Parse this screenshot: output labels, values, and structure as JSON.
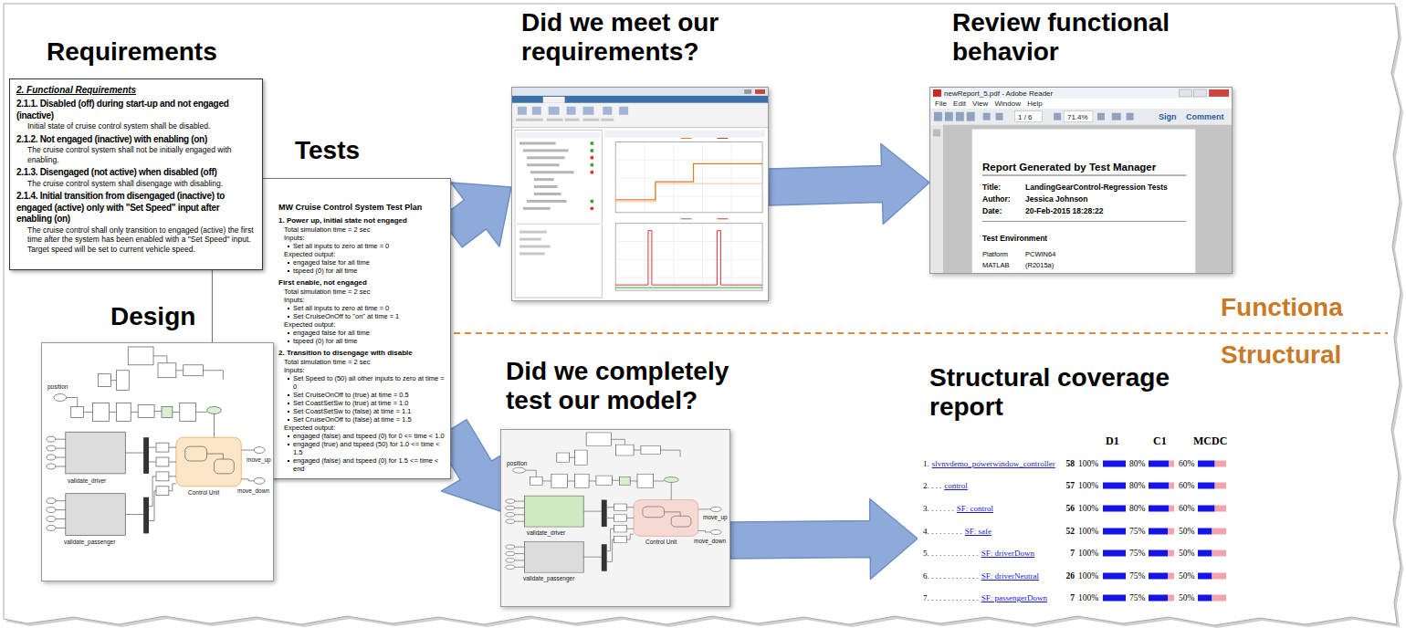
{
  "diagram": {
    "nodes": [
      {
        "text": [
          "Requirements",
          "2. Functional Requirements",
          "2.1.1. Disabled (off) during start-up and not engaged (inactive)",
          "Initial state of cruise control system shall be disabled.",
          "2.1.2. Not engaged (inactive) with enabling (on)",
          "The cruise control system shall not be initially engaged with enabling.",
          "2.1.3. Disengaged (not active) when disabled (off)",
          "The cruise control system shall disengage with disabling.",
          "2.1.4. Initial transition from disengaged (inactive) to engaged (active) only with \"Set Speed\" input after enabling (on)",
          "The cruise control shall only transition to engaged (active) the first time after the system has been enabled with a \"Set Speed\" input. Target speed will be set to current vehicle speed."
        ]
      },
      {
        "text": [
          "Tests",
          "MW Cruise Control System Test Plan",
          "1. Power up, initial state not engaged",
          "Total simulation time = 2 sec",
          "Inputs:",
          "Set all inputs to zero at time = 0",
          "Expected output:",
          "engaged false for all time",
          "tspeed (0) for all time",
          "First enable, not engaged",
          "Total simulation time = 2 sec",
          "Inputs:",
          "Set all inputs to zero at time = 0",
          "Set CruiseOnOff to \"on\" at time = 1",
          "Expected output:",
          "engaged false for all time",
          "tspeed (0) for all time",
          "2. Transition to disengage with disable",
          "Total simulation time = 2 sec",
          "Inputs:",
          "Set Speed to (50) all other inputs to zero at time = 0",
          "Set CruiseOnOff to (true) at time = 0.5",
          "Set CoastSetSw to (true) at time = 1.0",
          "Set CoastSetSw to (false) at time = 1.1",
          "Set CruiseOnOff to (false) at time = 1.5",
          "Expected output:",
          "engaged (false) and tspeed (0) for 0 <= time < 1.0",
          "engaged (true) and tspeed (50) for 1.0 <= time < 1.5",
          "engaged (false) and tspeed (0) for 1.5 <= time < end"
        ]
      },
      {
        "text": [
          "Design",
          "position",
          "validate_driver",
          "validate_passenger",
          "Control Unit",
          "move_up",
          "move_down"
        ]
      },
      {
        "text": [
          "Did we meet our requirements?"
        ]
      },
      {
        "text": [
          "Review functional behavior",
          "newReport_5.pdf - Adobe Reader",
          "File Edit View Window Help",
          "1 / 6",
          "71.4%",
          "Sign",
          "Comment",
          "Report Generated by Test Manager",
          "Title:",
          "LandingGearControl-Regression Tests",
          "Author:",
          "Jessica Johnson",
          "Date:",
          "20-Feb-2015 18:28:22",
          "Test Environment",
          "Platform",
          "PCWIN64",
          "MATLAB",
          "(R2015a)"
        ]
      },
      {
        "text": [
          "Did we completely test our model?",
          "position",
          "validate_driver",
          "validate_passenger",
          "Control Unit",
          "move_up",
          "move_down"
        ]
      },
      {
        "text": [
          "Structural coverage report",
          "D1",
          "C1",
          "MCDC",
          "1.",
          "slvnvdemo_powerwindow_controller",
          "58",
          "100%",
          "80%",
          "60%",
          "2. . . .",
          "control",
          "57",
          "100%",
          "80%",
          "60%",
          "3. . . . . . .",
          "SF: control",
          "56",
          "100%",
          "80%",
          "60%",
          "4. . . . . . . . .",
          "SF: safe",
          "52",
          "100%",
          "75%",
          "50%",
          "5. . . . . . . . . . . . .",
          "SF: driverDown",
          "7",
          "100%",
          "75%",
          "50%",
          "6. . . . . . . . . . . . .",
          "SF: driverNeutral",
          "26",
          "100%",
          "75%",
          "50%",
          "7. . . . . . . . . . . . .",
          "SF: passengerDown",
          "7",
          "100%",
          "75%",
          "50%"
        ]
      }
    ],
    "edges": [
      {
        "from": 1,
        "to": 3,
        "arrow": "to"
      },
      {
        "from": 3,
        "to": 4,
        "arrow": "to"
      },
      {
        "from": 1,
        "to": 5,
        "arrow": "to"
      },
      {
        "from": 5,
        "to": 6,
        "arrow": "to"
      }
    ],
    "labels": [
      "Functiona",
      "Structural"
    ]
  }
}
